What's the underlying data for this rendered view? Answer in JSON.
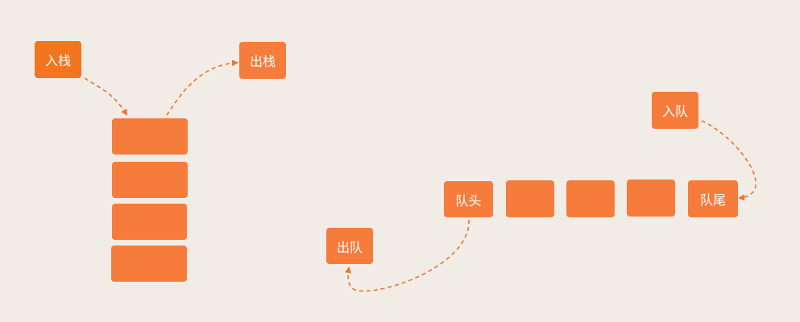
{
  "colors": {
    "background": "#f2ece6",
    "box": "#f67c3c",
    "box_emphasis": "#f37520",
    "arrow": "#f0722c",
    "text": "#ffffff"
  },
  "stack": {
    "push_label": "入栈",
    "pop_label": "出栈",
    "element_count": 4
  },
  "queue": {
    "enqueue_label": "入队",
    "dequeue_label": "出队",
    "head_label": "队头",
    "tail_label": "队尾",
    "middle_element_count": 3
  }
}
